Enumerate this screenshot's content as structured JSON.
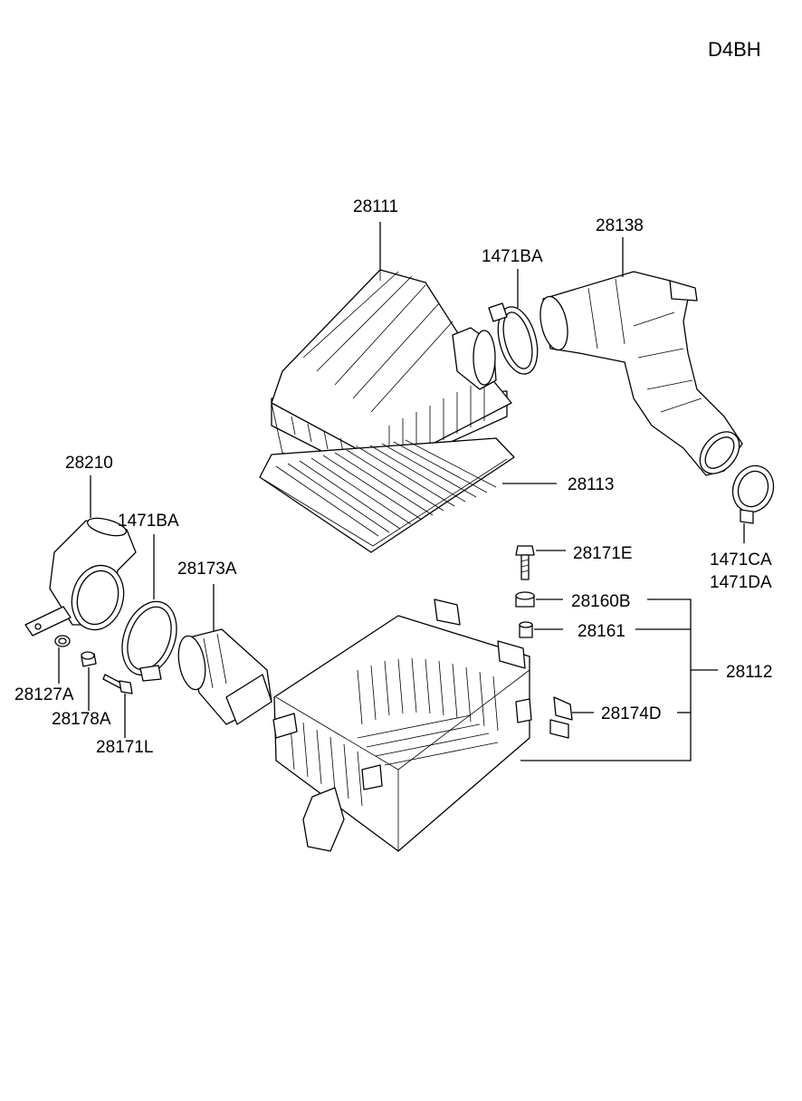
{
  "engine_code": "D4BH",
  "labels": {
    "p28111": "28111",
    "p28138": "28138",
    "p1471BA_top": "1471BA",
    "p28113": "28113",
    "p1471CA": "1471CA",
    "p1471DA": "1471DA",
    "p28210": "28210",
    "p1471BA_left": "1471BA",
    "p28173A": "28173A",
    "p28127A": "28127A",
    "p28178A": "28178A",
    "p28171L": "28171L",
    "p28171E": "28171E",
    "p28160B": "28160B",
    "p28161": "28161",
    "p28112": "28112",
    "p28174D": "28174D"
  }
}
